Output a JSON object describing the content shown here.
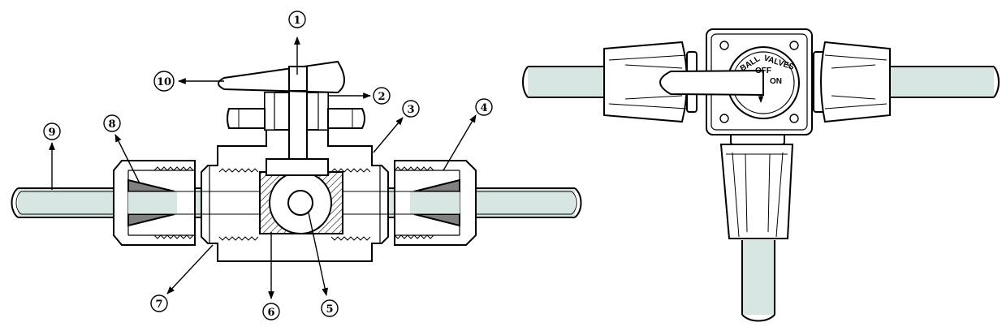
{
  "callouts": {
    "c1": "1",
    "c2": "2",
    "c3": "3",
    "c4": "4",
    "c5": "5",
    "c6": "6",
    "c7": "7",
    "c8": "8",
    "c9": "9",
    "c10": "10"
  },
  "dial": {
    "brand_line1": "BALL",
    "brand_line2": "VALVES",
    "off_label": "OFF",
    "on_label": "ON"
  },
  "colors": {
    "tube_fill": "#d8e6e3",
    "ferrule_fill": "#808080",
    "outline": "#000000",
    "background": "#ffffff"
  }
}
